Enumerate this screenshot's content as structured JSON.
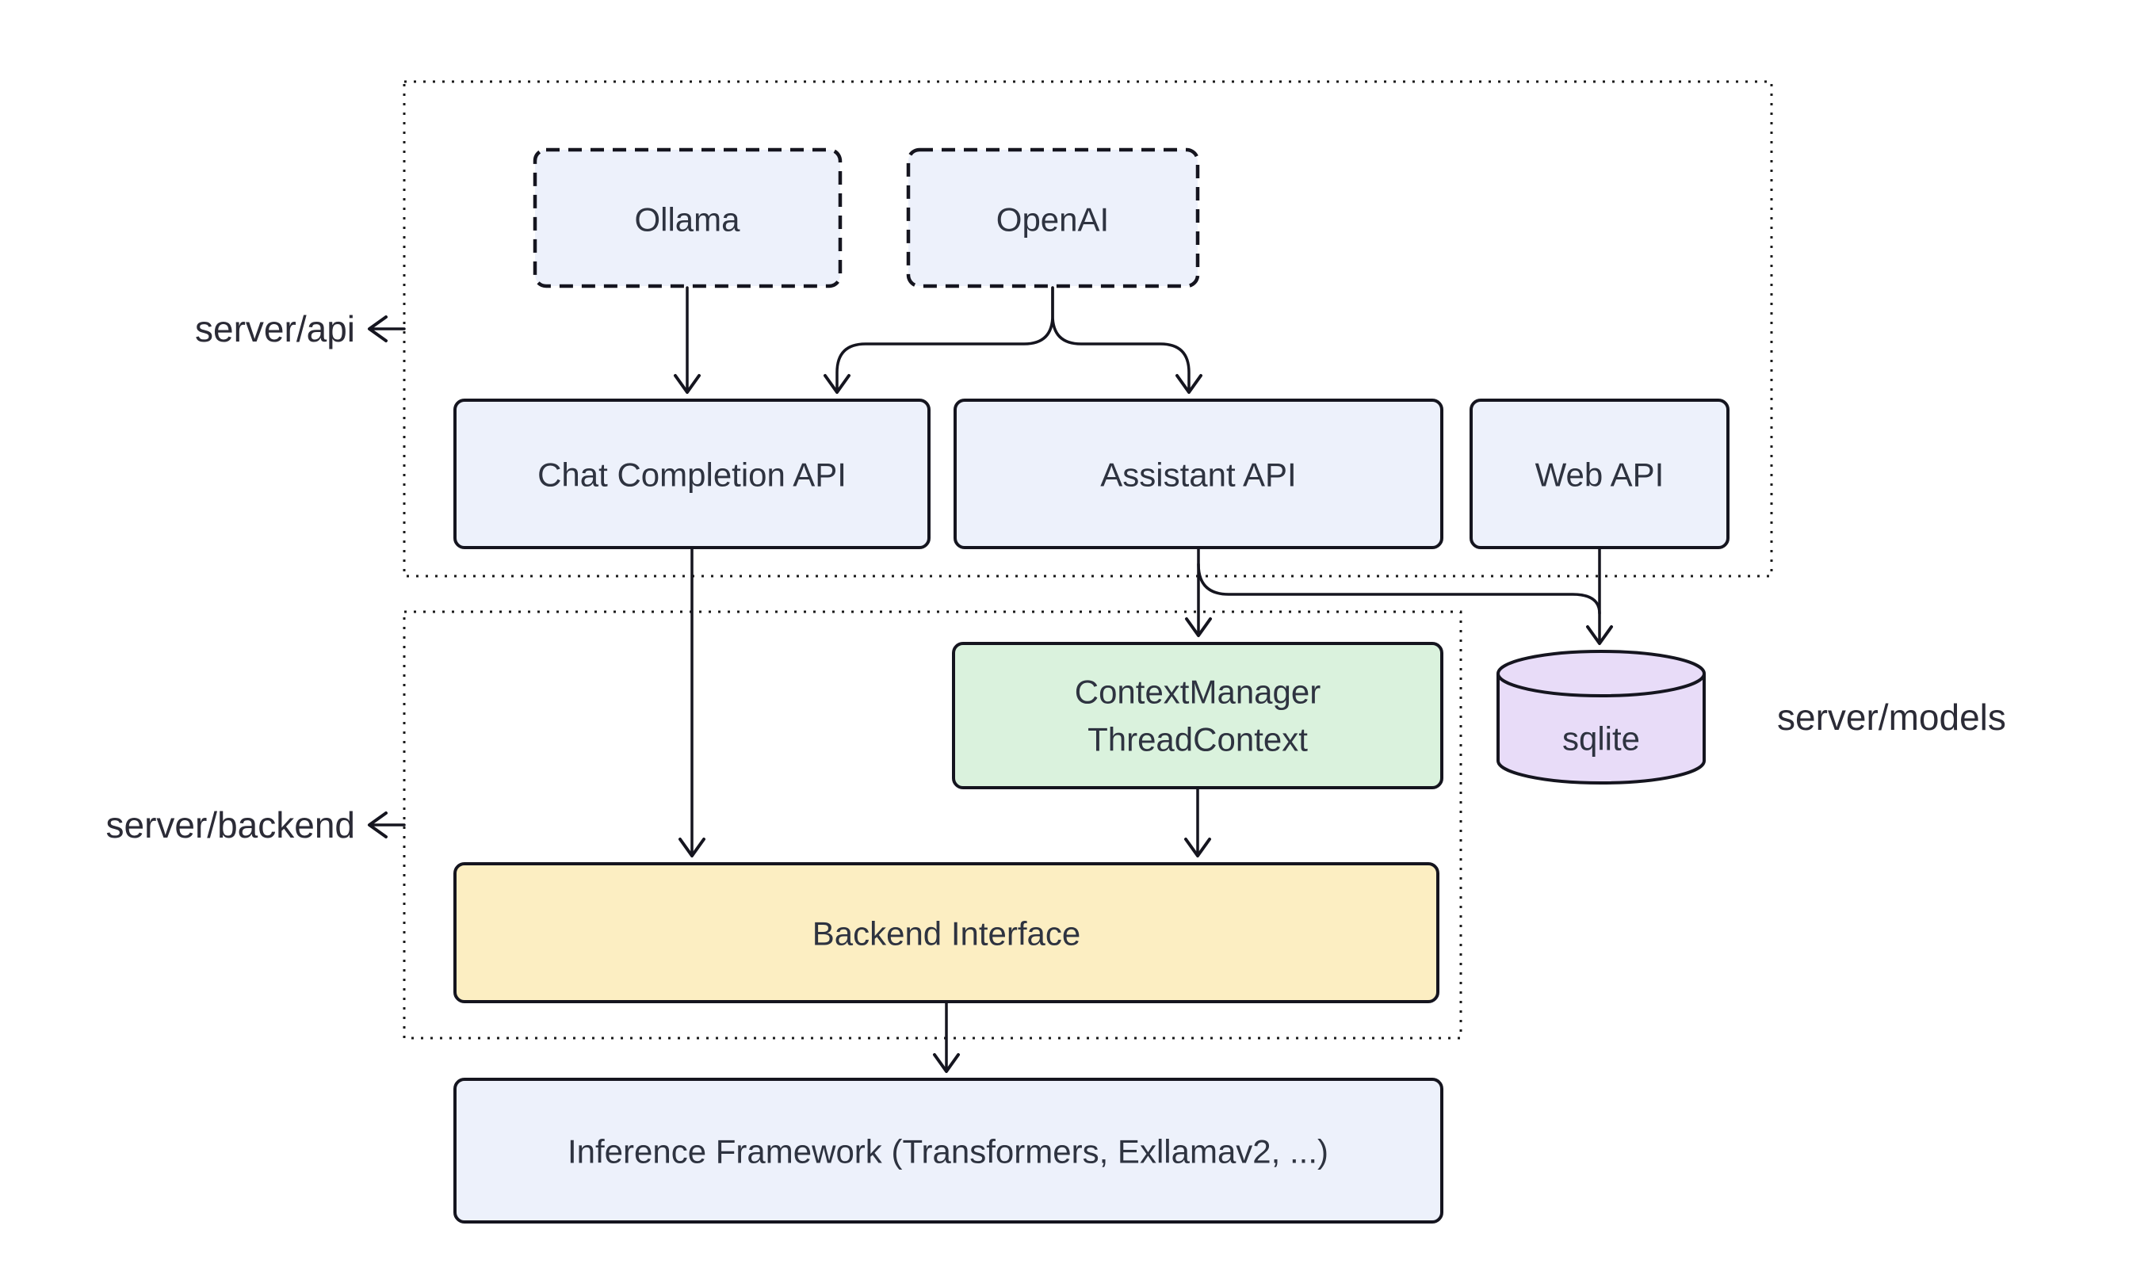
{
  "diagram": {
    "containers": {
      "server_api": {
        "label": "server/api"
      },
      "server_backend": {
        "label": "server/backend"
      },
      "server_models": {
        "label": "server/models"
      }
    },
    "nodes": {
      "ollama": {
        "label": "Ollama"
      },
      "openai": {
        "label": "OpenAI"
      },
      "chat_completion_api": {
        "label": "Chat Completion API"
      },
      "assistant_api": {
        "label": "Assistant API"
      },
      "web_api": {
        "label": "Web API"
      },
      "context_manager": {
        "line1": "ContextManager",
        "line2": "ThreadContext"
      },
      "sqlite": {
        "label": "sqlite"
      },
      "backend_interface": {
        "label": "Backend Interface"
      },
      "inference_framework": {
        "label": "Inference Framework (Transformers, Exllamav2, ...)"
      }
    },
    "edges": [
      {
        "from": "ollama",
        "to": "chat_completion_api"
      },
      {
        "from": "openai",
        "to": "chat_completion_api"
      },
      {
        "from": "openai",
        "to": "assistant_api"
      },
      {
        "from": "chat_completion_api",
        "to": "backend_interface"
      },
      {
        "from": "assistant_api",
        "to": "context_manager"
      },
      {
        "from": "assistant_api",
        "to": "sqlite"
      },
      {
        "from": "web_api",
        "to": "sqlite"
      },
      {
        "from": "context_manager",
        "to": "backend_interface"
      },
      {
        "from": "backend_interface",
        "to": "inference_framework"
      }
    ],
    "colors": {
      "background": "#ffffff",
      "node_fill_blue": "#edf1fb",
      "node_fill_green": "#daf2dd",
      "node_fill_yellow": "#fceec2",
      "node_fill_purple": "#e8dcf8",
      "node_border": "#15151f",
      "edge_stroke": "#15151f",
      "label_text": "#2b2b36"
    }
  }
}
